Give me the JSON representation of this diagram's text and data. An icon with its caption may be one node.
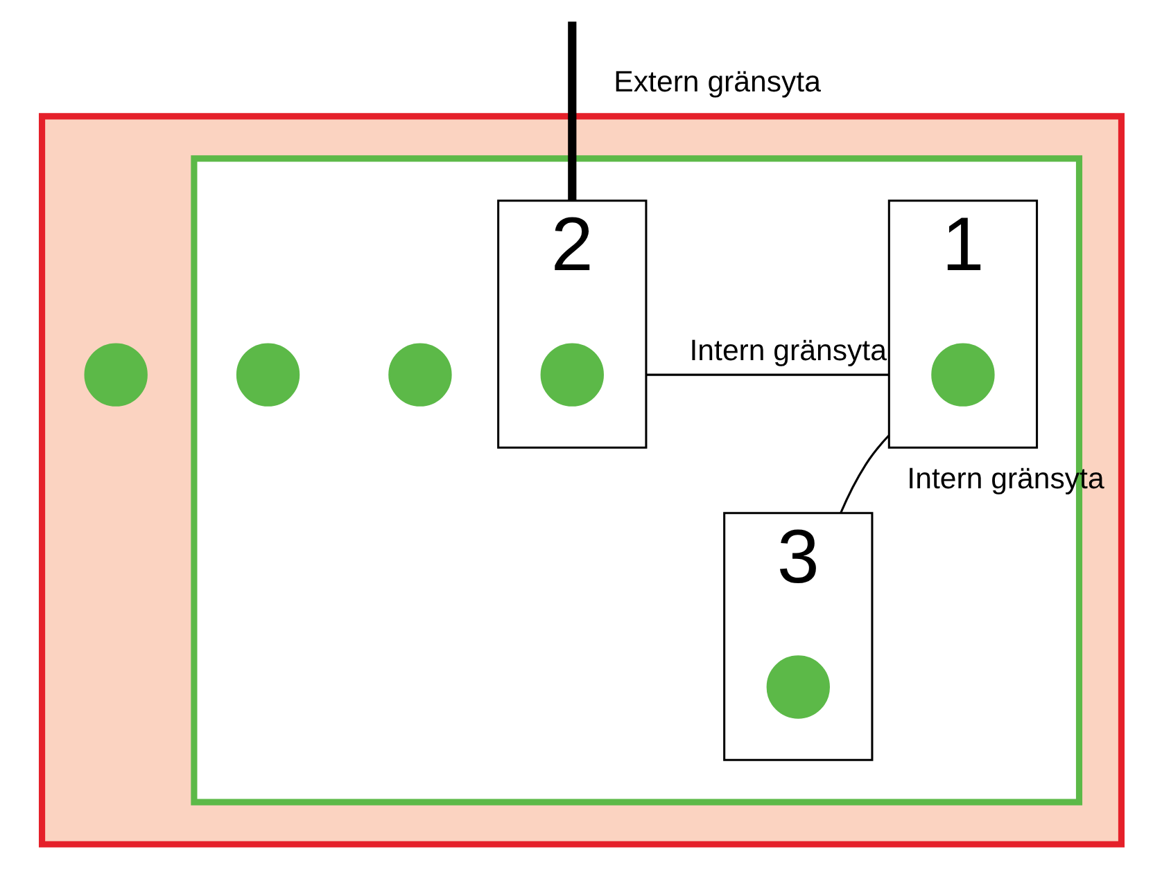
{
  "diagram": {
    "nodes": [
      {
        "text": [],
        "shape": "box"
      },
      {
        "text": [],
        "shape": "box",
        "in": 0
      },
      {
        "text": [
          "1"
        ],
        "in": 1
      },
      {
        "text": [
          "2"
        ],
        "in": 1
      },
      {
        "text": [
          "3"
        ],
        "in": 1
      },
      {
        "text": [],
        "shape": "circle",
        "in": 0
      },
      {
        "text": [],
        "shape": "circle",
        "in": 2
      },
      {
        "text": [],
        "shape": "circle",
        "in": 1
      },
      {
        "text": [],
        "shape": "circle",
        "in": 3
      },
      {
        "text": [],
        "shape": "circle",
        "in": 1
      },
      {
        "text": [],
        "shape": "circle",
        "in": 4
      }
    ],
    "edges": [
      {
        "from": 2,
        "to": 3,
        "arrow": "none",
        "label": "Intern gränsyta"
      },
      {
        "from": 2,
        "to": 4,
        "arrow": "none",
        "label": "Intern gränsyta"
      },
      {
        "from": 3,
        "to": null,
        "arrow": "none",
        "label": "Extern gränsyta",
        "style": "thick"
      }
    ]
  }
}
